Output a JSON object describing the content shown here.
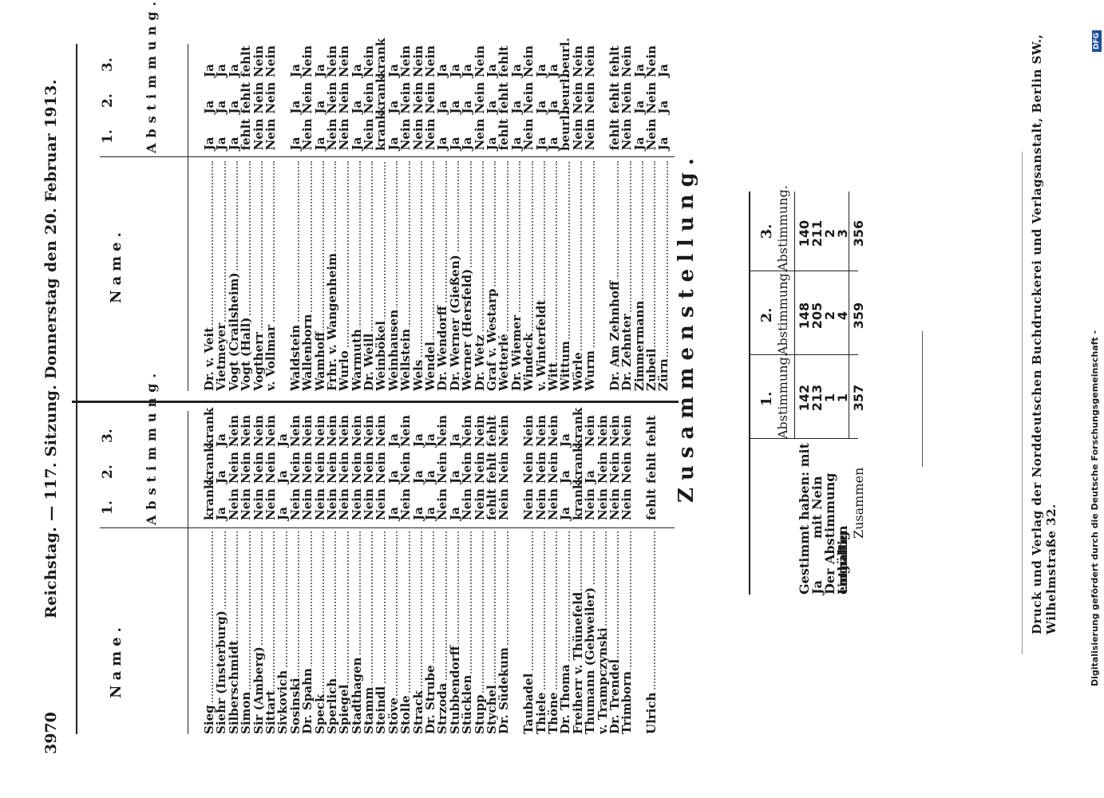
{
  "header": {
    "page_number": "3970",
    "running_title": "Reichstag. — 117. Sitzung. Donnerstag den 20. Februar 1913."
  },
  "table_header": {
    "name": "Name.",
    "votes": [
      "1.",
      "2.",
      "3."
    ],
    "abstimmung": "Abstimmung."
  },
  "left_rows": [
    {
      "name": "Sieg",
      "v": [
        "krank",
        "krank",
        "krank"
      ]
    },
    {
      "name": "Siehr (Insterburg)",
      "v": [
        "Ja",
        "Ja",
        "Ja"
      ]
    },
    {
      "name": "Silberschmidt",
      "v": [
        "Nein",
        "Nein",
        "Nein"
      ]
    },
    {
      "name": "Simon",
      "v": [
        "Nein",
        "Nein",
        "Nein"
      ]
    },
    {
      "name": "Sir (Amberg)",
      "v": [
        "Nein",
        "Nein",
        "Nein"
      ]
    },
    {
      "name": "Sittart",
      "v": [
        "Nein",
        "Nein",
        "Nein"
      ]
    },
    {
      "name": "Sivkovich",
      "v": [
        "Ja",
        "Ja",
        "Ja"
      ]
    },
    {
      "name": "Sosinski",
      "v": [
        "Nein",
        "Nein",
        "Nein"
      ]
    },
    {
      "name": "Dr. Spahn",
      "v": [
        "Nein",
        "Nein",
        "Nein"
      ]
    },
    {
      "name": "Speck",
      "v": [
        "Nein",
        "Nein",
        "Nein"
      ]
    },
    {
      "name": "Sperlich",
      "v": [
        "Nein",
        "Nein",
        "Nein"
      ]
    },
    {
      "name": "Spiegel",
      "v": [
        "Nein",
        "Nein",
        "Nein"
      ]
    },
    {
      "name": "Stadthagen",
      "v": [
        "Nein",
        "Nein",
        "Nein"
      ]
    },
    {
      "name": "Stamm",
      "v": [
        "Nein",
        "Nein",
        "Nein"
      ]
    },
    {
      "name": "Steindl",
      "v": [
        "Nein",
        "Nein",
        "Nein"
      ]
    },
    {
      "name": "Stöve",
      "v": [
        "Ja",
        "Ja",
        "Ja"
      ]
    },
    {
      "name": "Stolle",
      "v": [
        "Nein",
        "Nein",
        "Nein"
      ]
    },
    {
      "name": "Strack",
      "v": [
        "Ja",
        "Ja",
        "Ja"
      ]
    },
    {
      "name": "Dr. Strube",
      "v": [
        "Ja",
        "Ja",
        "Ja"
      ]
    },
    {
      "name": "Strzoda",
      "v": [
        "Nein",
        "Nein",
        "Nein"
      ]
    },
    {
      "name": "Stubbendorff",
      "v": [
        "Ja",
        "Ja",
        "Ja"
      ]
    },
    {
      "name": "Stücklen",
      "v": [
        "Nein",
        "Nein",
        "Nein"
      ]
    },
    {
      "name": "Stupp",
      "v": [
        "Nein",
        "Nein",
        "Nein"
      ]
    },
    {
      "name": "Stychel",
      "v": [
        "fehlt",
        "fehlt",
        "fehlt"
      ]
    },
    {
      "name": "Dr. Südekum",
      "v": [
        "Nein",
        "Nein",
        "Nein"
      ]
    },
    {
      "name": "Taubadel",
      "v": [
        "Nein",
        "Nein",
        "Nein"
      ],
      "gap": true
    },
    {
      "name": "Thiele",
      "v": [
        "Nein",
        "Nein",
        "Nein"
      ]
    },
    {
      "name": "Thöne",
      "v": [
        "Nein",
        "Nein",
        "Nein"
      ]
    },
    {
      "name": "Dr. Thoma",
      "v": [
        "Ja",
        "Ja",
        "Ja"
      ]
    },
    {
      "name": "Freiherr v. Thünefeld",
      "v": [
        "krank",
        "krank",
        "krank"
      ]
    },
    {
      "name": "Thumann (Gebweiler)",
      "v": [
        "Nein",
        "Ja",
        "Nein"
      ]
    },
    {
      "name": "v. Trampczynski",
      "v": [
        "Nein",
        "Nein",
        "Nein"
      ]
    },
    {
      "name": "Dr. Trendel",
      "v": [
        "Nein",
        "Nein",
        "Nein"
      ]
    },
    {
      "name": "Trimborn",
      "v": [
        "Nein",
        "Nein",
        "Nein"
      ]
    },
    {
      "name": "Ulrich",
      "v": [
        "fehlt",
        "fehlt",
        "fehlt"
      ],
      "gap": true
    }
  ],
  "right_rows": [
    {
      "name": "Dr. v. Veit",
      "v": [
        "Ja",
        "Ja",
        "Ja"
      ]
    },
    {
      "name": "Vietmeyer",
      "v": [
        "Ja",
        "Ja",
        "Ja"
      ]
    },
    {
      "name": "Vogt (Crailsheim)",
      "v": [
        "Ja",
        "Ja",
        "Ja"
      ]
    },
    {
      "name": "Vogt (Hall)",
      "v": [
        "fehlt",
        "fehlt",
        "fehlt"
      ]
    },
    {
      "name": "Vogtherr",
      "v": [
        "Nein",
        "Nein",
        "Nein"
      ]
    },
    {
      "name": "v. Vollmar",
      "v": [
        "Nein",
        "Nein",
        "Nein"
      ]
    },
    {
      "name": "Waldstein",
      "v": [
        "Ja",
        "Ja",
        "Ja"
      ],
      "gap": true
    },
    {
      "name": "Wallenborn",
      "v": [
        "Nein",
        "Nein",
        "Nein"
      ]
    },
    {
      "name": "Wamhoff",
      "v": [
        "Ja",
        "Ja",
        "Ja"
      ]
    },
    {
      "name": "Frhr. v. Wangenheim",
      "v": [
        "Nein",
        "Nein",
        "Nein"
      ]
    },
    {
      "name": "Wurlo",
      "v": [
        "Nein",
        "Nein",
        "Nein"
      ]
    },
    {
      "name": "Warmuth",
      "v": [
        "Ja",
        "Ja",
        "Ja"
      ]
    },
    {
      "name": "Dr. Weill",
      "v": [
        "Nein",
        "Nein",
        "Nein"
      ]
    },
    {
      "name": "Weinbökel",
      "v": [
        "krank",
        "krank",
        "krank"
      ]
    },
    {
      "name": "Weinhausen",
      "v": [
        "Ja",
        "Ja",
        "Ja"
      ]
    },
    {
      "name": "Wellstein",
      "v": [
        "Nein",
        "Nein",
        "Nein"
      ]
    },
    {
      "name": "Wels",
      "v": [
        "Nein",
        "Nein",
        "Nein"
      ]
    },
    {
      "name": "Wendel",
      "v": [
        "Nein",
        "Nein",
        "Nein"
      ]
    },
    {
      "name": "Dr. Wendorff",
      "v": [
        "Ja",
        "Ja",
        "Ja"
      ]
    },
    {
      "name": "Dr. Werner (Gießen)",
      "v": [
        "Ja",
        "Ja",
        "Ja"
      ]
    },
    {
      "name": "Werner (Hersfeld)",
      "v": [
        "Ja",
        "Ja",
        "Ja"
      ]
    },
    {
      "name": "Dr. Wetz",
      "v": [
        "Nein",
        "Nein",
        "Nein"
      ]
    },
    {
      "name": "Graf v. Westarp",
      "v": [
        "Ja",
        "Ja",
        "Ja"
      ]
    },
    {
      "name": "Wetterlé",
      "v": [
        "fehlt",
        "fehlt",
        "fehlt"
      ]
    },
    {
      "name": "Dr. Wiemer",
      "v": [
        "Ja",
        "Ja",
        "Ja"
      ]
    },
    {
      "name": "Windeck",
      "v": [
        "Nein",
        "Nein",
        "Nein"
      ]
    },
    {
      "name": "v. Winterfeldt",
      "v": [
        "Ja",
        "Ja",
        "Ja"
      ]
    },
    {
      "name": "Witt",
      "v": [
        "Ja",
        "Ja",
        "Ja"
      ]
    },
    {
      "name": "Wittum",
      "v": [
        "beurl.",
        "beurl.",
        "beurl."
      ]
    },
    {
      "name": "Wörle",
      "v": [
        "Nein",
        "Nein",
        "Nein"
      ]
    },
    {
      "name": "Wurm",
      "v": [
        "Nein",
        "Nein",
        "Nein"
      ]
    },
    {
      "name": "Dr. Am Zehnhoff",
      "v": [
        "fehlt",
        "fehlt",
        "fehlt"
      ],
      "gap": true
    },
    {
      "name": "Dr. Zehnter",
      "v": [
        "Nein",
        "Nein",
        "Nein"
      ]
    },
    {
      "name": "Zimmermann",
      "v": [
        "Ja",
        "Ja",
        "Ja"
      ]
    },
    {
      "name": "Zubeil",
      "v": [
        "Nein",
        "Nein",
        "Nein"
      ]
    },
    {
      "name": "Zürn",
      "v": [
        "Ja",
        "Ja",
        "Ja"
      ]
    }
  ],
  "summary": {
    "title": "Zusammenstellung.",
    "columns": [
      {
        "num": "1.",
        "label": "Abstimmung."
      },
      {
        "num": "2.",
        "label": "Abstimmung."
      },
      {
        "num": "3.",
        "label": "Abstimmung."
      }
    ],
    "rows": [
      {
        "label": "Gestimmt haben: mit Ja",
        "v": [
          "142",
          "148",
          "140"
        ]
      },
      {
        "label": "mit Nein",
        "v": [
          "213",
          "205",
          "211"
        ]
      },
      {
        "label": "Der Abstimmung enthalten",
        "v": [
          "1",
          "2",
          "2"
        ]
      },
      {
        "label": "Ungültig",
        "v": [
          "1",
          "4",
          "3"
        ]
      }
    ],
    "total_label": "Zusammen",
    "totals": [
      "357",
      "359",
      "356"
    ]
  },
  "printer": "Druck und Verlag der Norddeutschen Buchdruckerei und Verlagsanstalt, Berlin SW., Wilhelmstraße 32.",
  "digitization": "Digitalisierung gefördert durch die Deutsche Forschungsgemeinschaft -",
  "dfg_logo": "DFG"
}
